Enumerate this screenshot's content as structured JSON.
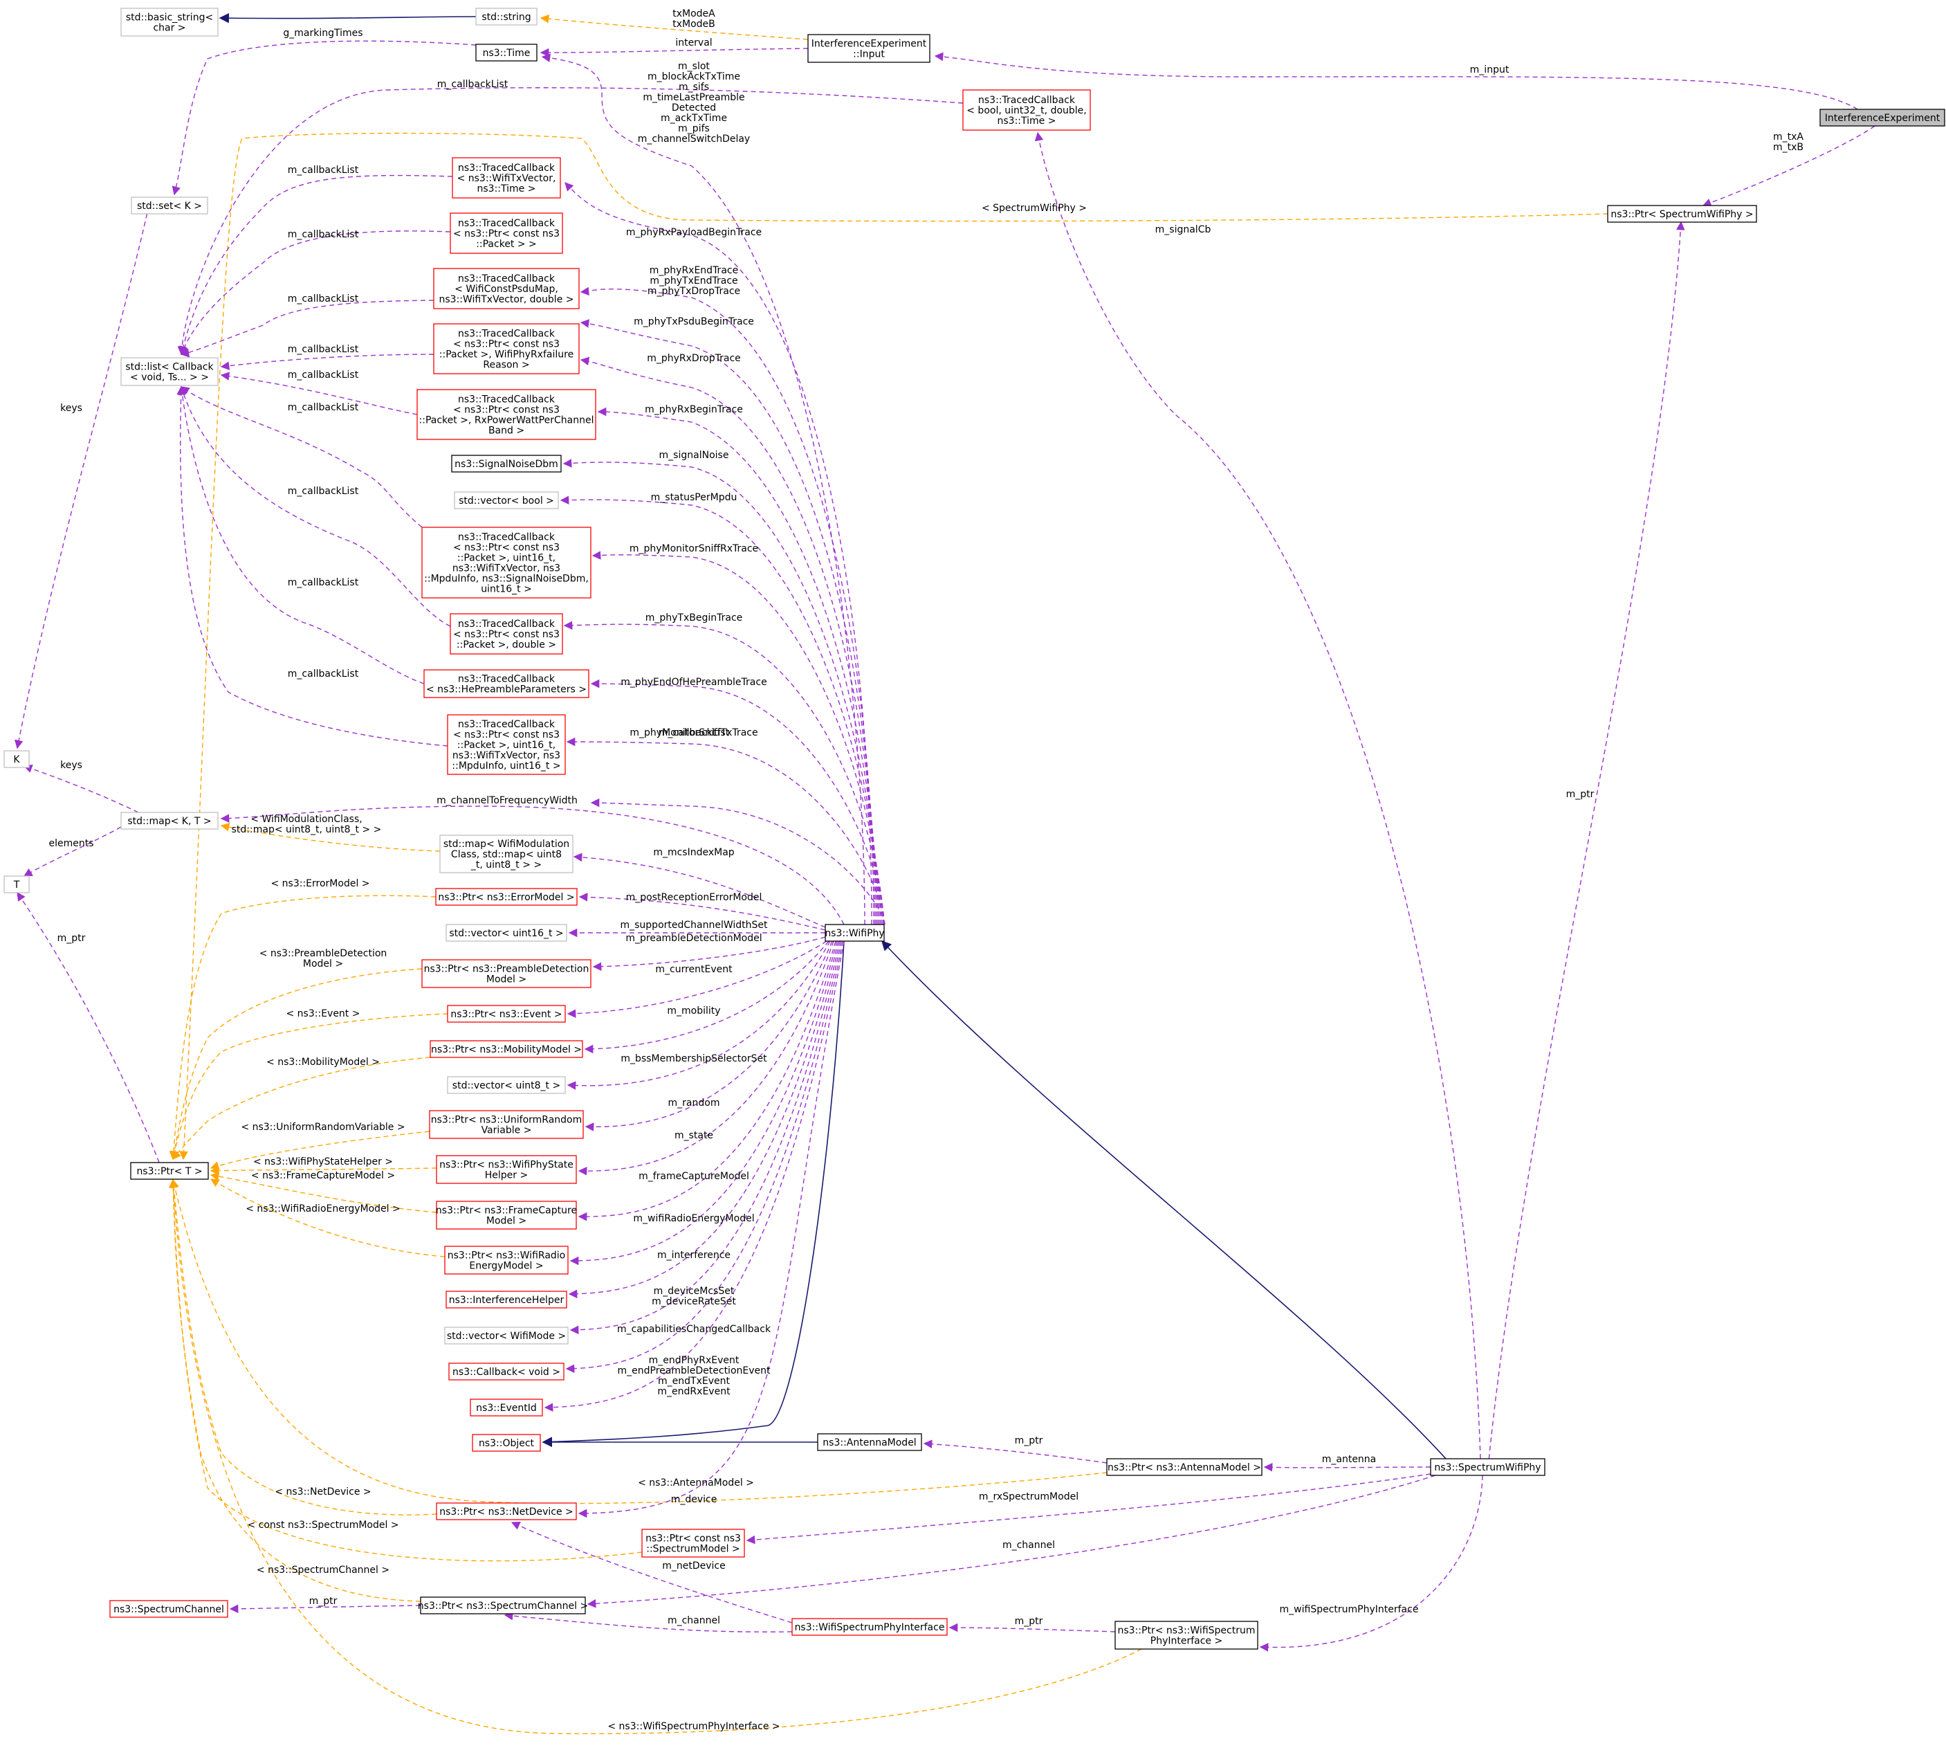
{
  "title": "",
  "colors": {
    "node_border_class": "#000000",
    "node_border_template": "#ff0000",
    "node_border_external": "#bfbfbf",
    "node_fill_root": "#bfbfbf",
    "edge_member": "#9a32cd",
    "edge_template": "#ffa500",
    "edge_inherit": "#191970"
  },
  "nodes": {
    "interference_experiment": {
      "lines": [
        "InterferenceExperiment"
      ],
      "style": "root"
    },
    "ie_input": {
      "lines": [
        "InterferenceExperiment",
        "::Input"
      ],
      "style": "class"
    },
    "basic_string": {
      "lines": [
        "std::basic_string<",
        "char >"
      ],
      "style": "external"
    },
    "std_string": {
      "lines": [
        "std::string"
      ],
      "style": "external"
    },
    "ns3_time": {
      "lines": [
        "ns3::Time"
      ],
      "style": "class"
    },
    "tc_bool": {
      "lines": [
        "ns3::TracedCallback",
        "< bool, uint32_t, double,",
        "ns3::Time >"
      ],
      "style": "template"
    },
    "ptr_spectrum_wifi_phy": {
      "lines": [
        "ns3::Ptr< SpectrumWifiPhy >"
      ],
      "style": "class"
    },
    "std_set": {
      "lines": [
        "std::set< K >"
      ],
      "style": "external"
    },
    "tc_txvector": {
      "lines": [
        "ns3::TracedCallback",
        "< ns3::WifiTxVector,",
        "ns3::Time >"
      ],
      "style": "template"
    },
    "tc_packet": {
      "lines": [
        "ns3::TracedCallback",
        "< ns3::Ptr< const ns3",
        "::Packet > >"
      ],
      "style": "template"
    },
    "tc_psdumap": {
      "lines": [
        "ns3::TracedCallback",
        "< WifiConstPsduMap,",
        "ns3::WifiTxVector, double >"
      ],
      "style": "template"
    },
    "std_list": {
      "lines": [
        "std::list< Callback",
        "< void, Ts... > >"
      ],
      "style": "external"
    },
    "tc_rxfailure": {
      "lines": [
        "ns3::TracedCallback",
        "< ns3::Ptr< const ns3",
        "::Packet >, WifiPhyRxfailure",
        "Reason >"
      ],
      "style": "template"
    },
    "tc_rxpower": {
      "lines": [
        "ns3::TracedCallback",
        "< ns3::Ptr< const ns3",
        "::Packet >, RxPowerWattPerChannel",
        "Band >"
      ],
      "style": "template"
    },
    "signal_noise": {
      "lines": [
        "ns3::SignalNoiseDbm"
      ],
      "style": "class"
    },
    "vec_bool": {
      "lines": [
        "std::vector< bool >"
      ],
      "style": "external"
    },
    "tc_sniff_rx": {
      "lines": [
        "ns3::TracedCallback",
        "< ns3::Ptr< const ns3",
        "::Packet >, uint16_t,",
        "ns3::WifiTxVector, ns3",
        "::MpduInfo, ns3::SignalNoiseDbm,",
        "uint16_t >"
      ],
      "style": "template"
    },
    "tc_pkt_double": {
      "lines": [
        "ns3::TracedCallback",
        "< ns3::Ptr< const ns3",
        "::Packet >, double >"
      ],
      "style": "template"
    },
    "tc_he_preamble": {
      "lines": [
        "ns3::TracedCallback",
        "< ns3::HePreambleParameters >"
      ],
      "style": "template"
    },
    "tc_sniff_tx": {
      "lines": [
        "ns3::TracedCallback",
        "< ns3::Ptr< const ns3",
        "::Packet >, uint16_t,",
        "ns3::WifiTxVector, ns3",
        "::MpduInfo, uint16_t >"
      ],
      "style": "template"
    },
    "k": {
      "lines": [
        "K"
      ],
      "style": "external"
    },
    "std_map": {
      "lines": [
        "std::map< K, T >"
      ],
      "style": "external"
    },
    "t": {
      "lines": [
        "T"
      ],
      "style": "external"
    },
    "map_mcs": {
      "lines": [
        "std::map< WifiModulation",
        "Class, std::map< uint8",
        "_t, uint8_t > >"
      ],
      "style": "external"
    },
    "ptr_error_model": {
      "lines": [
        "ns3::Ptr< ns3::ErrorModel >"
      ],
      "style": "template"
    },
    "vec_uint16": {
      "lines": [
        "std::vector< uint16_t >"
      ],
      "style": "external"
    },
    "wifi_phy": {
      "lines": [
        "ns3::WifiPhy"
      ],
      "style": "class"
    },
    "ptr_preamble": {
      "lines": [
        "ns3::Ptr< ns3::PreambleDetection",
        "Model >"
      ],
      "style": "template"
    },
    "ptr_event": {
      "lines": [
        "ns3::Ptr< ns3::Event >"
      ],
      "style": "template"
    },
    "ptr_mobility": {
      "lines": [
        "ns3::Ptr< ns3::MobilityModel >"
      ],
      "style": "template"
    },
    "vec_uint8": {
      "lines": [
        "std::vector< uint8_t >"
      ],
      "style": "external"
    },
    "ptr_uniform": {
      "lines": [
        "ns3::Ptr< ns3::UniformRandom",
        "Variable >"
      ],
      "style": "template"
    },
    "ptr_t": {
      "lines": [
        "ns3::Ptr< T >"
      ],
      "style": "class"
    },
    "ptr_state_helper": {
      "lines": [
        "ns3::Ptr< ns3::WifiPhyState",
        "Helper >"
      ],
      "style": "template"
    },
    "ptr_frame_capture": {
      "lines": [
        "ns3::Ptr< ns3::FrameCapture",
        "Model >"
      ],
      "style": "template"
    },
    "ptr_energy": {
      "lines": [
        "ns3::Ptr< ns3::WifiRadio",
        "EnergyModel >"
      ],
      "style": "template"
    },
    "interference_helper": {
      "lines": [
        "ns3::InterferenceHelper"
      ],
      "style": "template"
    },
    "vec_wifimode": {
      "lines": [
        "std::vector< WifiMode >"
      ],
      "style": "external"
    },
    "callback_void": {
      "lines": [
        "ns3::Callback< void >"
      ],
      "style": "template"
    },
    "event_id": {
      "lines": [
        "ns3::EventId"
      ],
      "style": "template"
    },
    "object": {
      "lines": [
        "ns3::Object"
      ],
      "style": "template"
    },
    "antenna_model": {
      "lines": [
        "ns3::AntennaModel"
      ],
      "style": "class"
    },
    "ptr_antenna": {
      "lines": [
        "ns3::Ptr< ns3::AntennaModel >"
      ],
      "style": "class"
    },
    "spectrum_wifi_phy": {
      "lines": [
        "ns3::SpectrumWifiPhy"
      ],
      "style": "class"
    },
    "ptr_net_device": {
      "lines": [
        "ns3::Ptr< ns3::NetDevice >"
      ],
      "style": "template"
    },
    "ptr_spectrum_model": {
      "lines": [
        "ns3::Ptr< const ns3",
        "::SpectrumModel >"
      ],
      "style": "template"
    },
    "spectrum_channel": {
      "lines": [
        "ns3::SpectrumChannel"
      ],
      "style": "template"
    },
    "ptr_spectrum_channel": {
      "lines": [
        "ns3::Ptr< ns3::SpectrumChannel >"
      ],
      "style": "class"
    },
    "wifi_spectrum_iface": {
      "lines": [
        "ns3::WifiSpectrumPhyInterface"
      ],
      "style": "template"
    },
    "ptr_wifi_spectrum_iface": {
      "lines": [
        "ns3::Ptr< ns3::WifiSpectrum",
        "PhyInterface >"
      ],
      "style": "class"
    }
  },
  "edges": [
    {
      "lines": [
        "m_input"
      ]
    },
    {
      "lines": [
        "m_txA",
        "m_txB"
      ]
    },
    {
      "lines": [
        "txModeA",
        "txModeB"
      ]
    },
    {
      "lines": [
        "interval"
      ]
    },
    {
      "lines": [
        "g_markingTimes"
      ]
    },
    {
      "lines": [
        "m_callbackList"
      ]
    },
    {
      "lines": [
        "m_slot",
        "m_blockAckTxTime",
        "m_sifs",
        "m_timeLastPreamble",
        "Detected",
        "m_ackTxTime",
        "m_pifs",
        "m_channelSwitchDelay"
      ]
    },
    {
      "lines": [
        "< SpectrumWifiPhy >"
      ]
    },
    {
      "lines": [
        "m_signalCb"
      ]
    },
    {
      "lines": [
        "m_callbackList"
      ]
    },
    {
      "lines": [
        "m_phyRxPayloadBeginTrace"
      ]
    },
    {
      "lines": [
        "m_callbackList"
      ]
    },
    {
      "lines": [
        "m_phyRxEndTrace",
        "m_phyTxEndTrace",
        "m_phyTxDropTrace"
      ]
    },
    {
      "lines": [
        "m_callbackList"
      ]
    },
    {
      "lines": [
        "m_phyTxPsduBeginTrace"
      ]
    },
    {
      "lines": [
        "m_callbackList"
      ]
    },
    {
      "lines": [
        "m_phyRxDropTrace"
      ]
    },
    {
      "lines": [
        "m_callbackList"
      ]
    },
    {
      "lines": [
        "m_phyRxBeginTrace"
      ]
    },
    {
      "lines": [
        "m_callbackList"
      ]
    },
    {
      "lines": [
        "m_signalNoise"
      ]
    },
    {
      "lines": [
        "m_statusPerMpdu"
      ]
    },
    {
      "lines": [
        "m_callbackList"
      ]
    },
    {
      "lines": [
        "m_phyMonitorSniffRxTrace"
      ]
    },
    {
      "lines": [
        "m_callbackList"
      ]
    },
    {
      "lines": [
        "m_phyTxBeginTrace"
      ]
    },
    {
      "lines": [
        "m_callbackList"
      ]
    },
    {
      "lines": [
        "m_phyEndOfHePreambleTrace"
      ]
    },
    {
      "lines": [
        "m_callbackList"
      ]
    },
    {
      "lines": [
        "m_phyMonitorSniffTxTrace"
      ]
    },
    {
      "lines": [
        "keys"
      ]
    },
    {
      "lines": [
        "keys"
      ]
    },
    {
      "lines": [
        "elements"
      ]
    },
    {
      "lines": [
        "m_ptr"
      ]
    },
    {
      "lines": [
        "m_channelToFrequencyWidth"
      ]
    },
    {
      "lines": [
        "< WifiModulationClass,",
        "std::map< uint8_t, uint8_t > >"
      ]
    },
    {
      "lines": [
        "m_mcsIndexMap"
      ]
    },
    {
      "lines": [
        "< ns3::ErrorModel >"
      ]
    },
    {
      "lines": [
        "m_postReceptionErrorModel"
      ]
    },
    {
      "lines": [
        "m_supportedChannelWidthSet"
      ]
    },
    {
      "lines": [
        "m_preambleDetectionModel"
      ]
    },
    {
      "lines": [
        "< ns3::PreambleDetection",
        "Model >"
      ]
    },
    {
      "lines": [
        "m_currentEvent"
      ]
    },
    {
      "lines": [
        "< ns3::Event >"
      ]
    },
    {
      "lines": [
        "m_mobility"
      ]
    },
    {
      "lines": [
        "< ns3::MobilityModel >"
      ]
    },
    {
      "lines": [
        "m_bssMembershipSelectorSet"
      ]
    },
    {
      "lines": [
        "m_random"
      ]
    },
    {
      "lines": [
        "< ns3::UniformRandomVariable >"
      ]
    },
    {
      "lines": [
        "m_state"
      ]
    },
    {
      "lines": [
        "< ns3::WifiPhyStateHelper >"
      ]
    },
    {
      "lines": [
        "< ns3::FrameCaptureModel >"
      ]
    },
    {
      "lines": [
        "m_frameCaptureModel"
      ]
    },
    {
      "lines": [
        "< ns3::WifiRadioEnergyModel >"
      ]
    },
    {
      "lines": [
        "m_wifiRadioEnergyModel"
      ]
    },
    {
      "lines": [
        "m_interference"
      ]
    },
    {
      "lines": [
        "m_deviceMcsSet",
        "m_deviceRateSet"
      ]
    },
    {
      "lines": [
        "m_capabilitiesChangedCallback"
      ]
    },
    {
      "lines": [
        "m_endPhyRxEvent",
        "m_endPreambleDetectionEvent",
        "m_endTxEvent",
        "m_endRxEvent"
      ]
    },
    {
      "lines": [
        "m_ptr"
      ]
    },
    {
      "lines": [
        "m_antenna"
      ]
    },
    {
      "lines": [
        "< ns3::AntennaModel >"
      ]
    },
    {
      "lines": [
        "< ns3::NetDevice >"
      ]
    },
    {
      "lines": [
        "m_device"
      ]
    },
    {
      "lines": [
        "m_rxSpectrumModel"
      ]
    },
    {
      "lines": [
        "< const ns3::SpectrumModel >"
      ]
    },
    {
      "lines": [
        "m_channel"
      ]
    },
    {
      "lines": [
        "< ns3::SpectrumChannel >"
      ]
    },
    {
      "lines": [
        "m_netDevice"
      ]
    },
    {
      "lines": [
        "m_ptr"
      ]
    },
    {
      "lines": [
        "m_channel"
      ]
    },
    {
      "lines": [
        "m_ptr"
      ]
    },
    {
      "lines": [
        "m_wifiSpectrumPhyInterface"
      ]
    },
    {
      "lines": [
        "m_ptr"
      ]
    },
    {
      "lines": [
        "< ns3::WifiSpectrumPhyInterface >"
      ]
    }
  ]
}
